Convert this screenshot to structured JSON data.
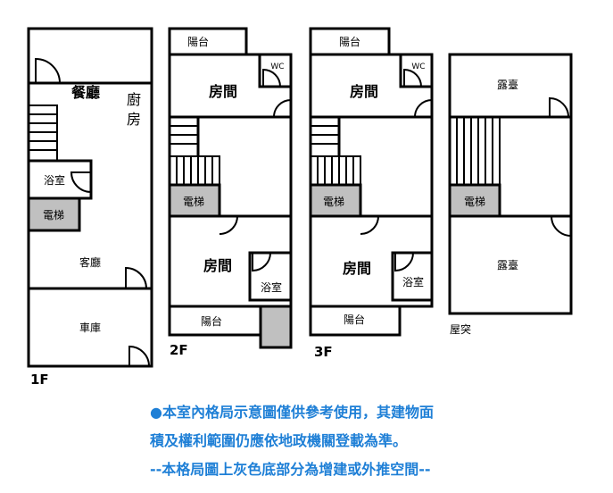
{
  "floor_1": {
    "label": "1F",
    "rooms": {
      "dining": "餐廳",
      "kitchen_1": "廚",
      "kitchen_2": "房",
      "bath": "浴室",
      "elevator": "電梯",
      "living": "客廳",
      "garage": "車庫"
    }
  },
  "floor_2": {
    "label": "2F",
    "rooms": {
      "balcony_top": "陽台",
      "wc": "WC",
      "room_top": "房間",
      "elevator": "電梯",
      "room_bottom": "房間",
      "bath": "浴室",
      "balcony_bottom": "陽台"
    }
  },
  "floor_3": {
    "label": "3F",
    "rooms": {
      "balcony_top": "陽台",
      "wc": "WC",
      "room_top": "房間",
      "elevator": "電梯",
      "room_bottom": "房間",
      "bath": "浴室",
      "balcony_bottom": "陽台"
    }
  },
  "roof": {
    "label": "屋突",
    "rooms": {
      "terrace_top": "露臺",
      "elevator": "電梯",
      "terrace_bottom": "露臺"
    }
  },
  "notes": {
    "line1": "●本室內格局示意圖僅供參考使用，其建物面",
    "line2": "積及權利範圍仍應依地政機關登載為準。",
    "line3": "--本格局圖上灰色底部分為增建或外推空間--"
  }
}
